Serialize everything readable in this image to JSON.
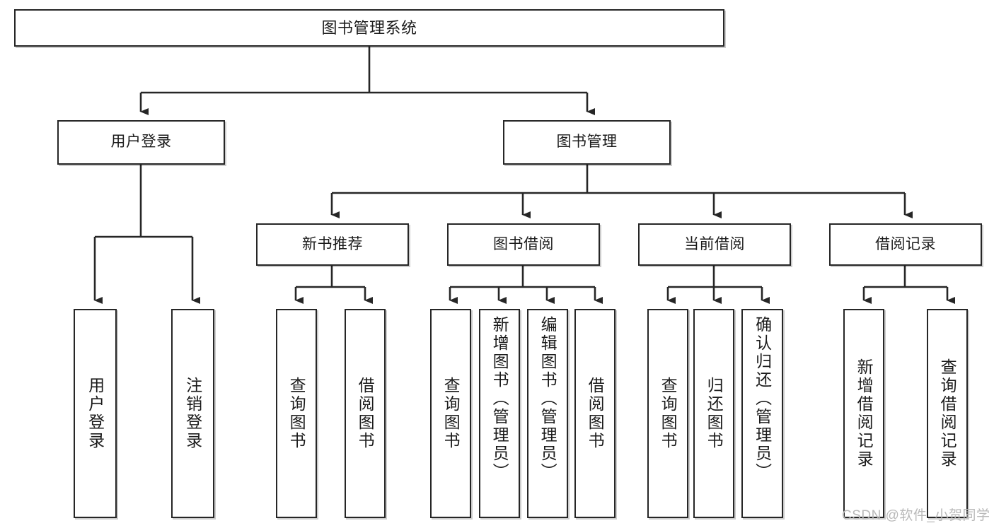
{
  "diagram": {
    "type": "tree",
    "title": "图书管理系统",
    "watermark": "CSDN @软件_小贺同学",
    "colors": {
      "stroke": "#262626",
      "box_fill": "#ffffff",
      "text": "#1b1b1b",
      "watermark": "#b9b9b9",
      "background": "#ffffff"
    },
    "nodes": {
      "root": {
        "label": "图书管理系统"
      },
      "level2": [
        {
          "label": "用户登录"
        },
        {
          "label": "图书管理"
        }
      ],
      "level3": [
        {
          "label": "新书推荐"
        },
        {
          "label": "图书借阅"
        },
        {
          "label": "当前借阅"
        },
        {
          "label": "借阅记录"
        }
      ],
      "leaves": {
        "user_login": [
          {
            "label": "用户登录"
          },
          {
            "label": "注销登录"
          }
        ],
        "new_book_recommend": [
          {
            "label": "查询图书"
          },
          {
            "label": "借阅图书"
          }
        ],
        "book_borrow": [
          {
            "label": "查询图书"
          },
          {
            "label": "新增图书（管理员）"
          },
          {
            "label": "编辑图书（管理员）"
          },
          {
            "label": "借阅图书"
          }
        ],
        "current_borrow": [
          {
            "label": "查询图书"
          },
          {
            "label": "归还图书"
          },
          {
            "label": "确认归还（管理员）"
          }
        ],
        "borrow_records": [
          {
            "label": "新增借阅记录"
          },
          {
            "label": "查询借阅记录"
          }
        ]
      }
    }
  }
}
